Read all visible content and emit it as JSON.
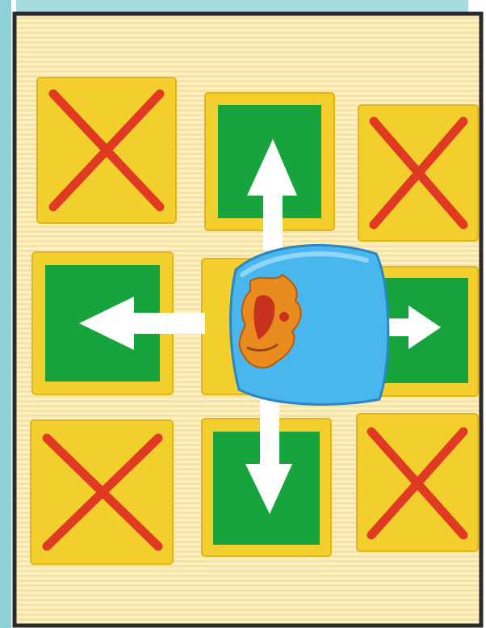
{
  "board": {
    "rows": 3,
    "cols": 3,
    "cells": [
      {
        "id": "top-left",
        "state": "blocked",
        "mark": "red-x"
      },
      {
        "id": "top-center",
        "state": "open",
        "mark": "green-square"
      },
      {
        "id": "top-right",
        "state": "blocked",
        "mark": "red-x"
      },
      {
        "id": "middle-left",
        "state": "open",
        "mark": "green-square"
      },
      {
        "id": "center",
        "state": "occupied",
        "mark": "blue-piece"
      },
      {
        "id": "middle-right",
        "state": "open",
        "mark": "green-square"
      },
      {
        "id": "bottom-left",
        "state": "blocked",
        "mark": "red-x"
      },
      {
        "id": "bottom-center",
        "state": "open",
        "mark": "green-square"
      },
      {
        "id": "bottom-right",
        "state": "blocked",
        "mark": "red-x"
      }
    ]
  },
  "piece": {
    "name": "blue-game-piece",
    "emblem": "orange-animal-figure-icon"
  },
  "move_arrows": [
    "up",
    "left",
    "right",
    "down"
  ],
  "colors": {
    "background": "#f4e3a2",
    "stripe": "#fff1bf",
    "cell_frame": "#f2cf2c",
    "open_cell": "#17a43c",
    "blocked_mark": "#e13a22",
    "piece": "#49b6ee",
    "arrow": "#ffffff",
    "border": "#2b2b2b",
    "edge_accent": "#8fd0d8"
  }
}
